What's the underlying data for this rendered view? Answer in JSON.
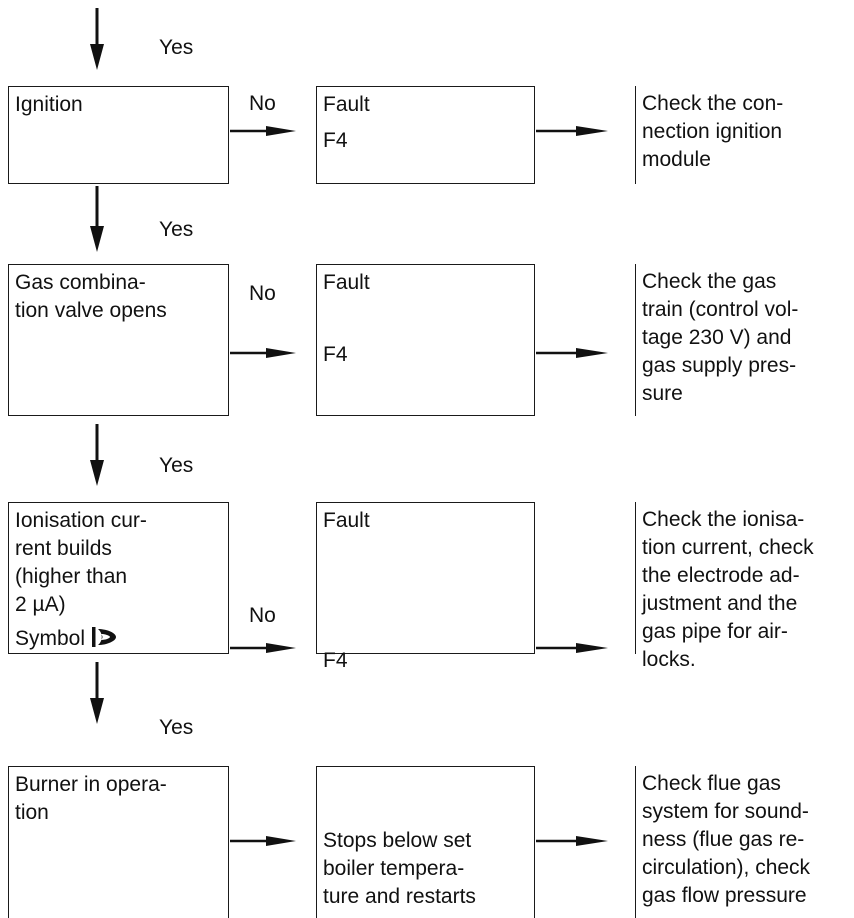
{
  "labels": {
    "yes": "Yes",
    "no": "No"
  },
  "rows": [
    {
      "step": [
        "Ignition"
      ],
      "fault": [
        "Fault",
        "F4"
      ],
      "action": [
        "Check the con-",
        "nection ignition",
        "module"
      ]
    },
    {
      "step": [
        "Gas combina-",
        "tion valve opens"
      ],
      "fault": [
        "Fault",
        "F4"
      ],
      "action": [
        "Check the gas",
        "train (control vol-",
        "tage 230 V) and",
        "gas supply pres-",
        "sure"
      ]
    },
    {
      "step": [
        "Ionisation cur-",
        "rent builds",
        "(higher than",
        "2 µA)"
      ],
      "step_symbol_label": "Symbol",
      "step_symbol_icon": "flame-symbol-icon",
      "fault": [
        "Fault",
        "F4"
      ],
      "action": [
        "Check the ionisa-",
        "tion current, check",
        "the electrode ad-",
        "justment and the",
        "gas pipe for air-",
        "locks."
      ]
    },
    {
      "step": [
        "Burner in opera-",
        "tion"
      ],
      "fault": [
        "Stops below set",
        "boiler tempera-",
        "ture and restarts"
      ],
      "action": [
        "Check flue gas",
        "system for sound-",
        "ness (flue gas re-",
        "circulation), check",
        "gas flow pressure"
      ]
    }
  ]
}
